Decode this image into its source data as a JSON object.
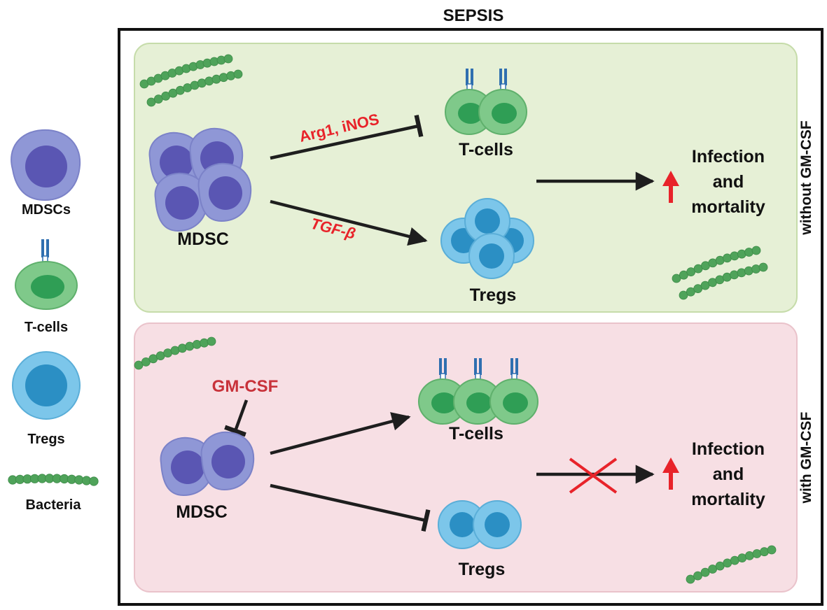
{
  "title": "SEPSIS",
  "legend": {
    "items": [
      {
        "icon": "mdsc-cell-icon",
        "label": "MDSCs"
      },
      {
        "icon": "t-cell-icon",
        "label": "T-cells"
      },
      {
        "icon": "treg-cell-icon",
        "label": "Tregs"
      },
      {
        "icon": "bacteria-icon",
        "label": "Bacteria"
      }
    ]
  },
  "panel_without": {
    "side_label": "without GM-CSF",
    "mdsc_label": "MDSC",
    "arg_label": "Arg1, iNOS",
    "tgf_label": "TGF-β",
    "tcells_label": "T-cells",
    "tregs_label": "Tregs",
    "outcome": [
      "Infection",
      "and",
      "mortality"
    ]
  },
  "panel_with": {
    "side_label": "with GM-CSF",
    "gmcsf_label": "GM-CSF",
    "mdsc_label": "MDSC",
    "tcells_label": "T-cells",
    "tregs_label": "Tregs",
    "outcome": [
      "Infection",
      "and",
      "mortality"
    ]
  },
  "colors": {
    "panel_top_fill": "#e6f0d6",
    "panel_top_stroke": "#c6dcaa",
    "panel_bottom_fill": "#f7dfe4",
    "panel_bottom_stroke": "#eac3cb",
    "mdsc_outer": "#8f97d6",
    "mdsc_inner": "#5a56b3",
    "tcell_outer": "#7fc98a",
    "tcell_inner": "#2f9e55",
    "treg_outer": "#7cc6ea",
    "treg_inner": "#2b8fc4",
    "bacteria": "#4fa35a",
    "red": "#e8232a",
    "arrow": "#1e1e1e"
  }
}
